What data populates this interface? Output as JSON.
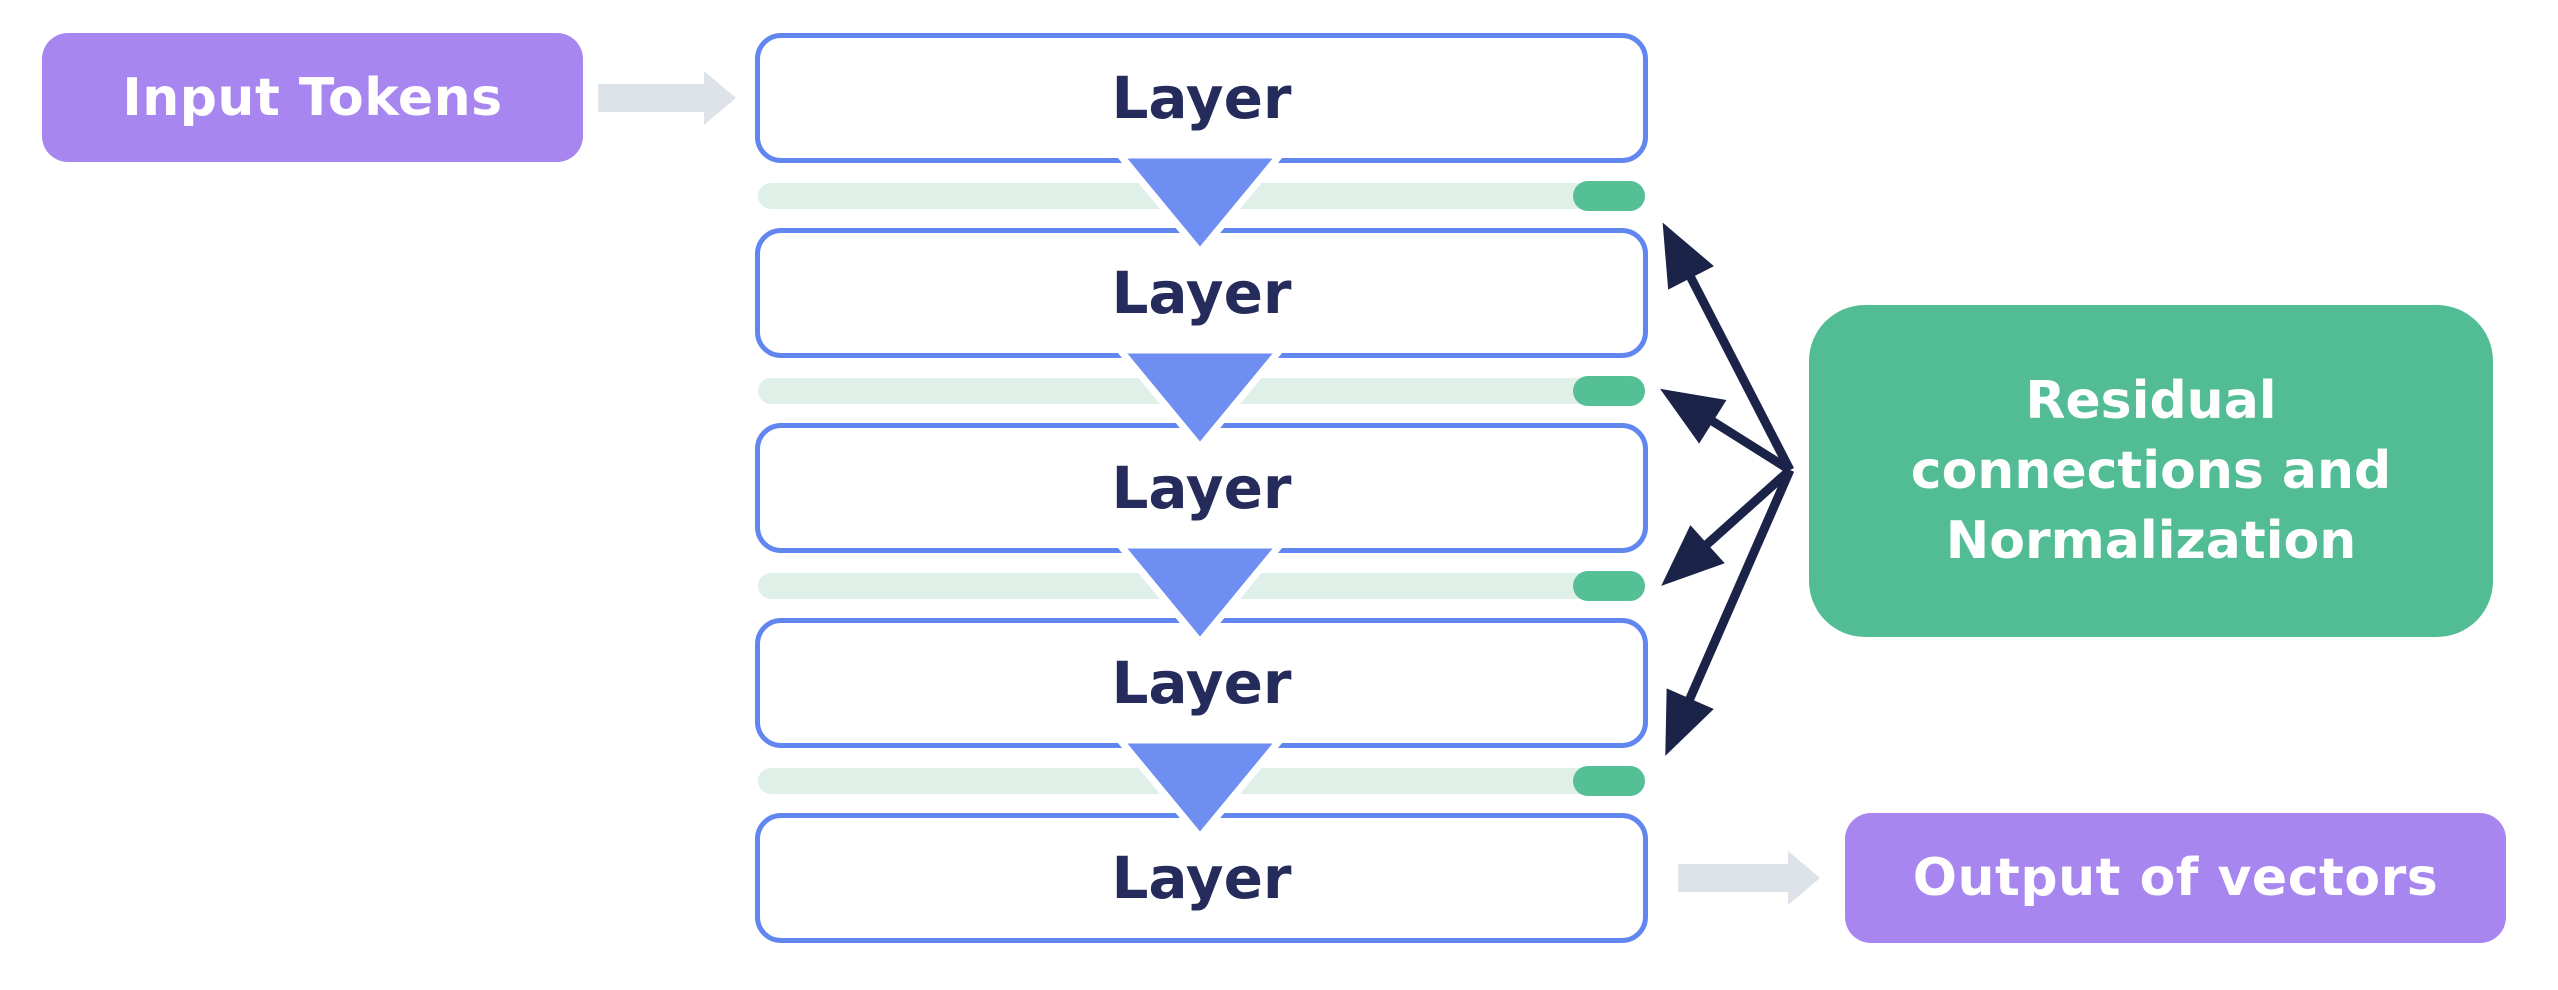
{
  "input_box": {
    "label": "Input Tokens",
    "bg": "#a886ef"
  },
  "output_box": {
    "label": "Output of vectors",
    "bg": "#a886ef"
  },
  "residual_box": {
    "lines": [
      "Residual",
      "connections and",
      "Normalization"
    ],
    "bg": "#52bd95"
  },
  "layers": [
    {
      "label": "Layer"
    },
    {
      "label": "Layer"
    },
    {
      "label": "Layer"
    },
    {
      "label": "Layer"
    },
    {
      "label": "Layer"
    }
  ],
  "icons": {
    "flow_arrow": "right-block-arrow",
    "layer_connector": "down-triangle",
    "residual_links": "radiating-double-arrows",
    "norm_indicator": "bar-with-pill"
  },
  "colors": {
    "purple": "#a886ef",
    "layer_border": "#6286f0",
    "layer_text": "#252c5c",
    "triangle_blue": "#6e8ef1",
    "bar_pale_green": "#dff0e9",
    "pill_green": "#55c096",
    "residual_green": "#52bd95",
    "flow_arrow_gray": "#dee3e9",
    "residual_arrow_navy": "#1b2348",
    "background": "#ffffff"
  }
}
